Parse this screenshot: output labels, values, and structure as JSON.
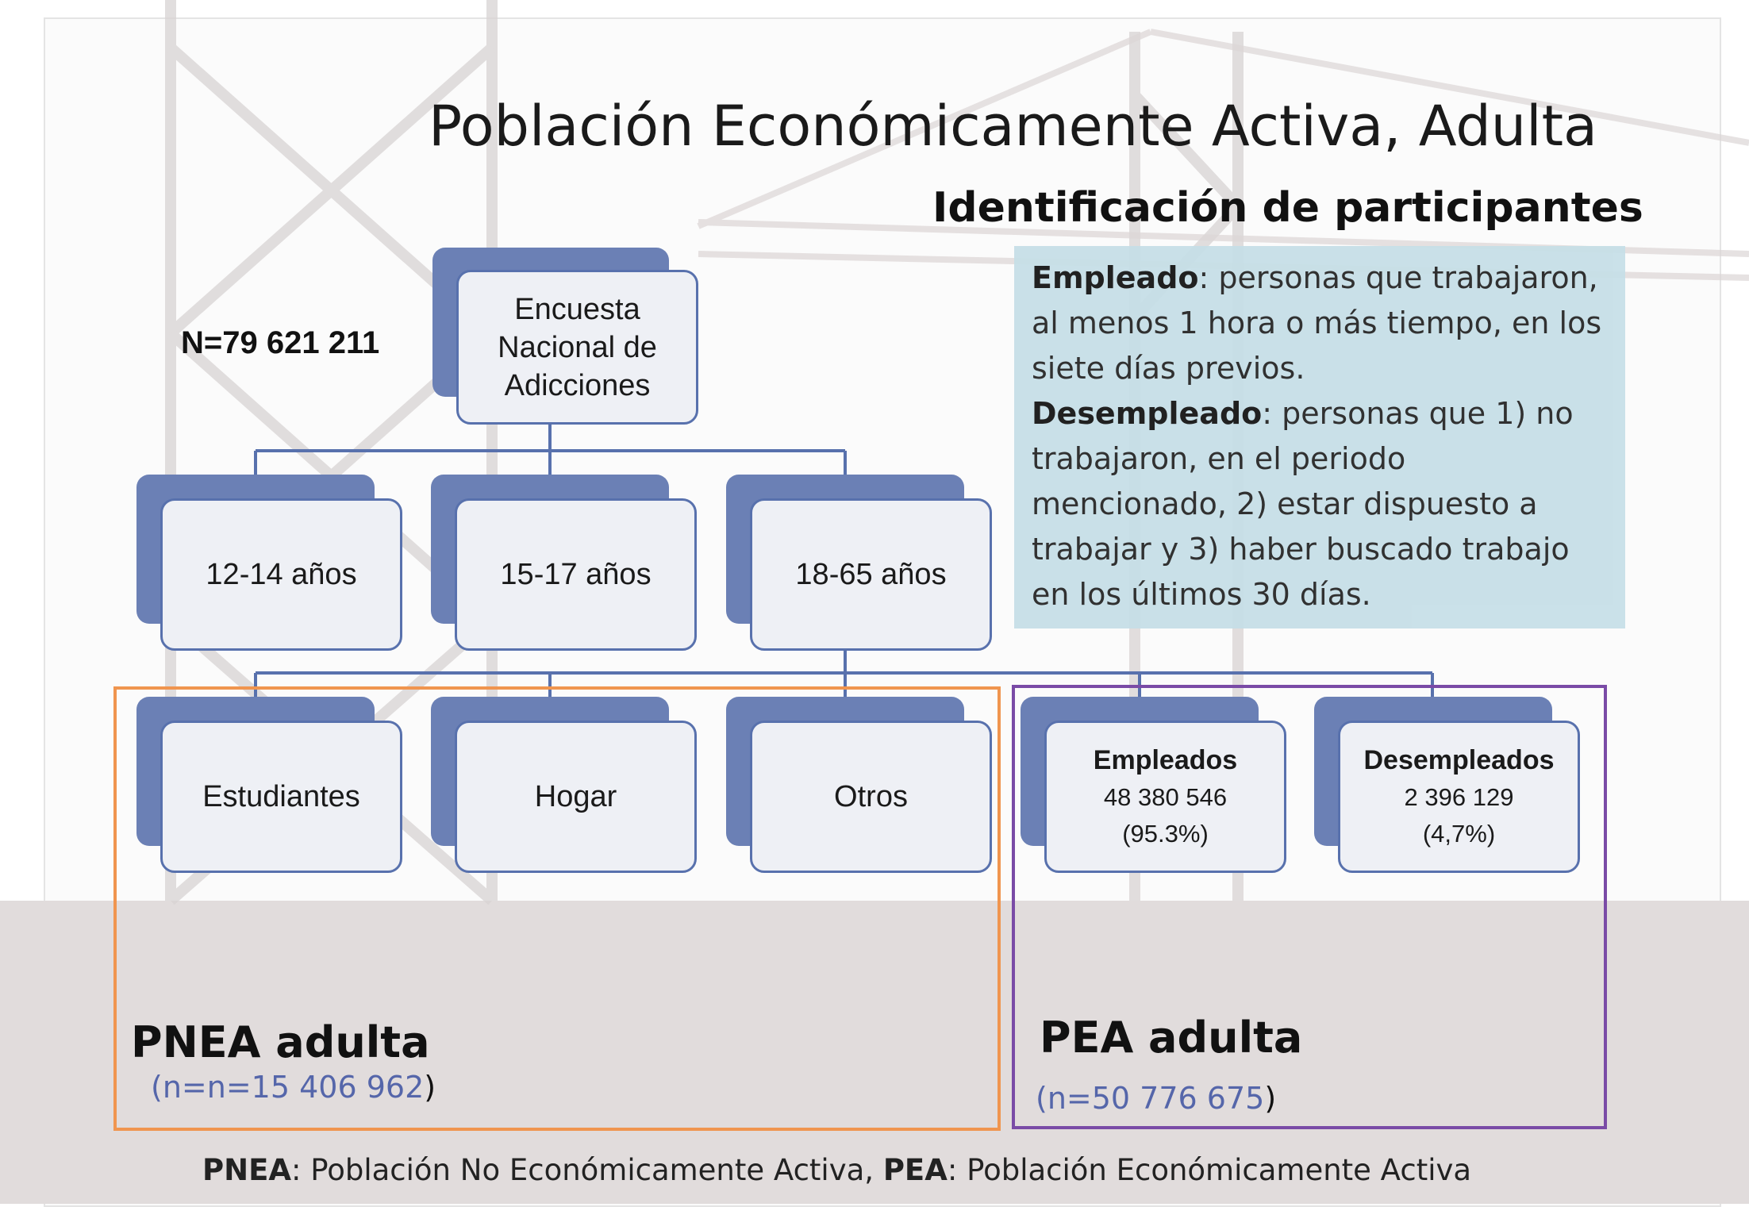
{
  "title": "Población Económicamente Activa, Adulta",
  "subtitle": "Identificación de participantes",
  "total_n": "N=79 621 211",
  "definitions": {
    "employed_term": "Empleado",
    "employed_text": ": personas que trabajaron, al menos 1 hora o más tiempo, en los siete días previos.",
    "unemployed_term": "Desempleado",
    "unemployed_text": ": personas que 1) no trabajaron, en el periodo mencionado, 2) estar dispuesto a trabajar y 3) haber buscado trabajo en los últimos 30 días."
  },
  "root": {
    "line1": "Encuesta",
    "line2": "Nacional de",
    "line3": "Adicciones"
  },
  "age_groups": [
    "12-14 años",
    "15-17 años",
    "18-65 años"
  ],
  "pnea_groups": [
    "Estudiantes",
    "Hogar",
    "Otros"
  ],
  "pea_groups": [
    {
      "label": "Empleados",
      "count": "48 380 546",
      "pct": "(95.3%)"
    },
    {
      "label": "Desempleados",
      "count": "2 396 129",
      "pct": "(4,7%)"
    }
  ],
  "pnea": {
    "label": "PNEA adulta",
    "n_open": "(",
    "n_value": "n=n=15 406 962",
    "n_close": ")"
  },
  "pea": {
    "label": "PEA adulta",
    "n_open": "(",
    "n_value": "n=50 776 675",
    "n_close": ")"
  },
  "footer": {
    "pnea_abbr": "PNEA",
    "pnea_def": ": Población No Económicamente Activa, ",
    "pea_abbr": "PEA",
    "pea_def": ": Población Económicamente Activa"
  },
  "colors": {
    "node_border": "#5871ad",
    "node_shadow": "#6b80b5",
    "pnea_bracket": "#f0954f",
    "pea_bracket": "#7a4ba6",
    "definitions_bg": "#c6dfe7"
  }
}
